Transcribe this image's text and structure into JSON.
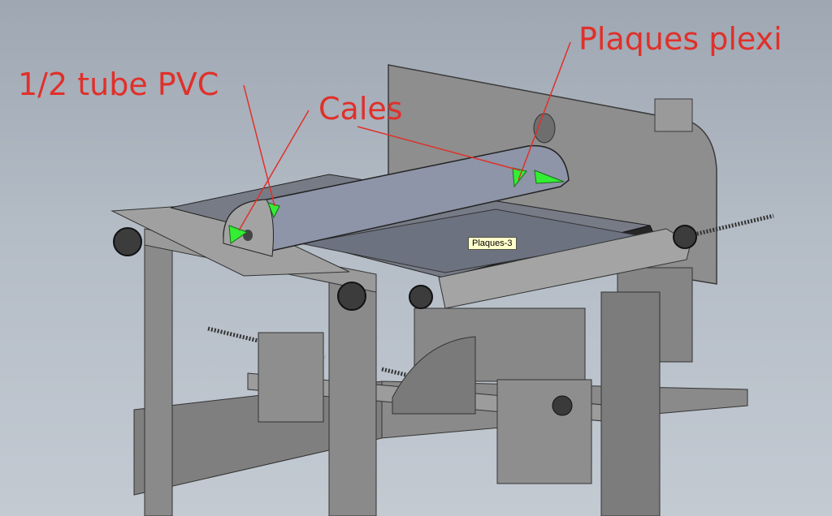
{
  "callouts": {
    "tube": "1/2 tube PVC",
    "cales": "Cales",
    "plexi": "Plaques plexi"
  },
  "tooltip": {
    "label": "Plaques-3"
  },
  "colors": {
    "annotation": "#e0302a",
    "arrow_marker": "#33ee33",
    "tooltip_bg": "#ffffcc",
    "metal": "#8c8c8c",
    "background": "#a9b2bd"
  }
}
